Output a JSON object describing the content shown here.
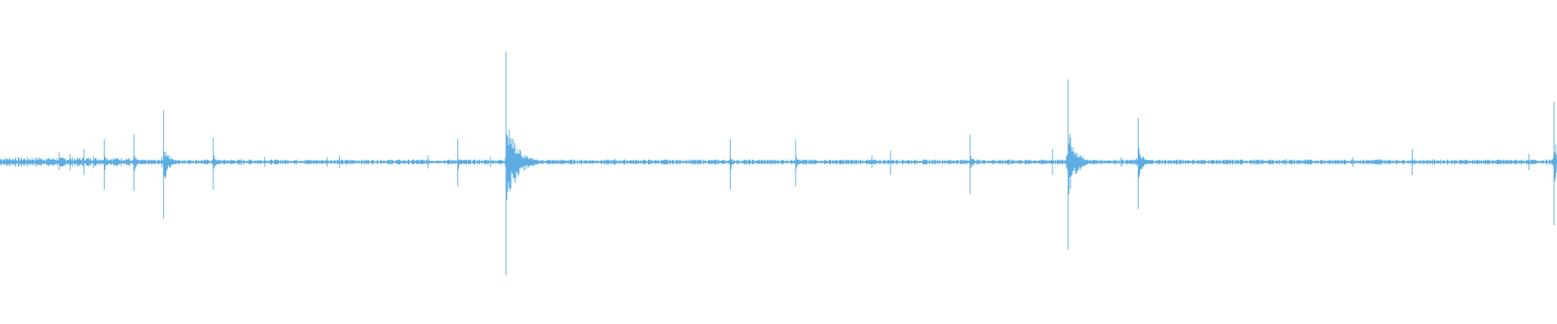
{
  "waveform": {
    "color": "#5dade2",
    "amplitude_range": [
      -1,
      1
    ],
    "time_range": [
      0,
      1
    ],
    "baseline_noise": 0.012,
    "peaks": [
      {
        "t": 0.01,
        "up": 0.03,
        "down": 0.03
      },
      {
        "t": 0.025,
        "up": 0.03,
        "down": 0.02
      },
      {
        "t": 0.038,
        "up": 0.06,
        "down": 0.05
      },
      {
        "t": 0.045,
        "up": 0.05,
        "down": 0.05
      },
      {
        "t": 0.054,
        "up": 0.08,
        "down": 0.08
      },
      {
        "t": 0.06,
        "up": 0.04,
        "down": 0.04
      },
      {
        "t": 0.067,
        "up": 0.14,
        "down": 0.17
      },
      {
        "t": 0.086,
        "up": 0.17,
        "down": 0.18
      },
      {
        "t": 0.105,
        "up": 0.32,
        "down": 0.35
      },
      {
        "t": 0.137,
        "up": 0.15,
        "down": 0.17
      },
      {
        "t": 0.155,
        "up": 0.02,
        "down": 0.02
      },
      {
        "t": 0.17,
        "up": 0.03,
        "down": 0.03
      },
      {
        "t": 0.21,
        "up": 0.03,
        "down": 0.03
      },
      {
        "t": 0.218,
        "up": 0.04,
        "down": 0.04
      },
      {
        "t": 0.275,
        "up": 0.04,
        "down": 0.04
      },
      {
        "t": 0.294,
        "up": 0.14,
        "down": 0.15
      },
      {
        "t": 0.315,
        "up": 0.03,
        "down": 0.03
      },
      {
        "t": 0.325,
        "up": 0.68,
        "down": 0.7
      },
      {
        "t": 0.395,
        "up": 0.02,
        "down": 0.02
      },
      {
        "t": 0.469,
        "up": 0.14,
        "down": 0.17
      },
      {
        "t": 0.511,
        "up": 0.14,
        "down": 0.15
      },
      {
        "t": 0.56,
        "up": 0.04,
        "down": 0.04
      },
      {
        "t": 0.572,
        "up": 0.07,
        "down": 0.08
      },
      {
        "t": 0.623,
        "up": 0.17,
        "down": 0.2
      },
      {
        "t": 0.676,
        "up": 0.08,
        "down": 0.08
      },
      {
        "t": 0.686,
        "up": 0.51,
        "down": 0.54
      },
      {
        "t": 0.72,
        "up": 0.03,
        "down": 0.03
      },
      {
        "t": 0.731,
        "up": 0.27,
        "down": 0.29
      },
      {
        "t": 0.826,
        "up": 0.02,
        "down": 0.02
      },
      {
        "t": 0.869,
        "up": 0.03,
        "down": 0.03
      },
      {
        "t": 0.886,
        "up": 0.02,
        "down": 0.02
      },
      {
        "t": 0.907,
        "up": 0.08,
        "down": 0.08
      },
      {
        "t": 0.982,
        "up": 0.05,
        "down": 0.05
      },
      {
        "t": 0.998,
        "up": 0.37,
        "down": 0.39
      }
    ]
  }
}
